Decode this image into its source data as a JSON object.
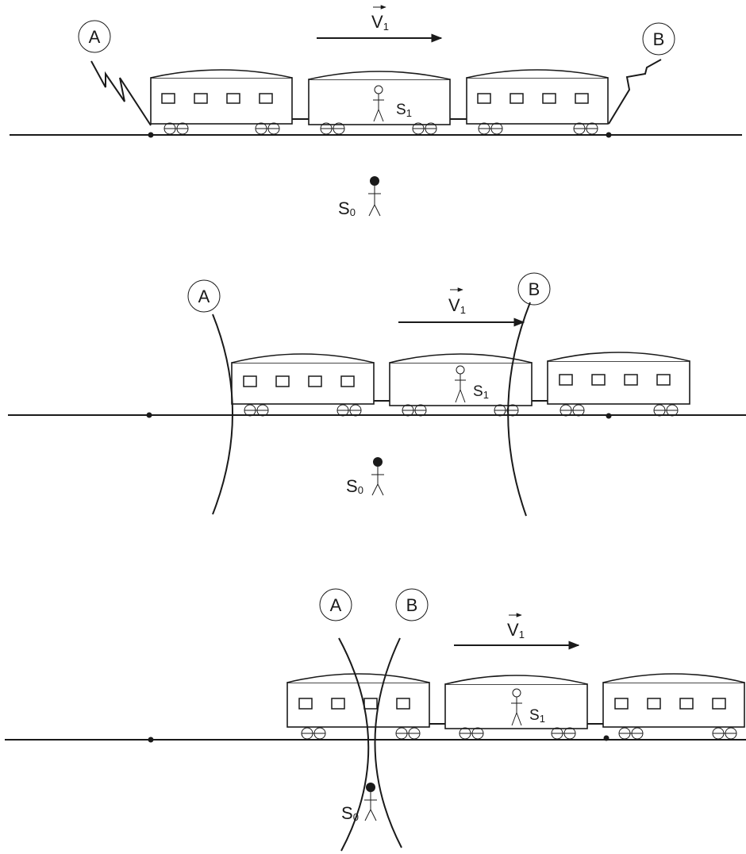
{
  "labels": {
    "point_a": "A",
    "point_b": "B",
    "velocity": "V",
    "velocity_sub": "1",
    "observer_train": "S",
    "observer_train_sub": "1",
    "observer_ground": "S",
    "observer_ground_sub": "0"
  }
}
